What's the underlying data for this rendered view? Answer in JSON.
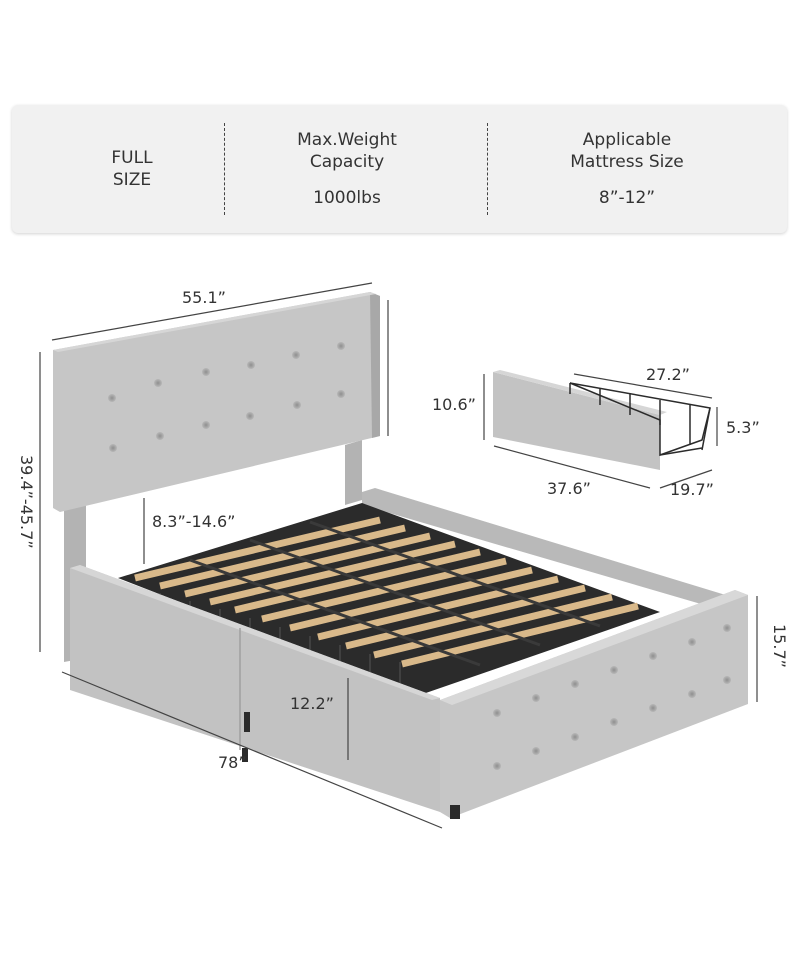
{
  "specs": {
    "size_line1": "FULL",
    "size_line2": "SIZE",
    "weight_line1": "Max.Weight",
    "weight_line2": "Capacity",
    "weight_value": "1000lbs",
    "mattress_line1": "Applicable",
    "mattress_line2": "Mattress Size",
    "mattress_value": "8”-12”"
  },
  "dimensions": {
    "headboard_width": "55.1”",
    "headboard_height_range": "39.4”-45.7”",
    "clearance": "8.3”-14.6”",
    "length": "78”",
    "side_height": "12.2”",
    "footboard_height": "15.7”",
    "drawer_front_height": "10.6”",
    "drawer_basket_length": "27.2”",
    "drawer_basket_height": "5.3”",
    "drawer_length": "37.6”",
    "drawer_depth": "19.7”"
  },
  "colors": {
    "fabric": "#c9c9c9",
    "fabric_dark": "#a9a9a9",
    "slat": "#d9b98a",
    "frame_metal": "#2b2b2b",
    "panel_bg": "#f1f1f1"
  }
}
